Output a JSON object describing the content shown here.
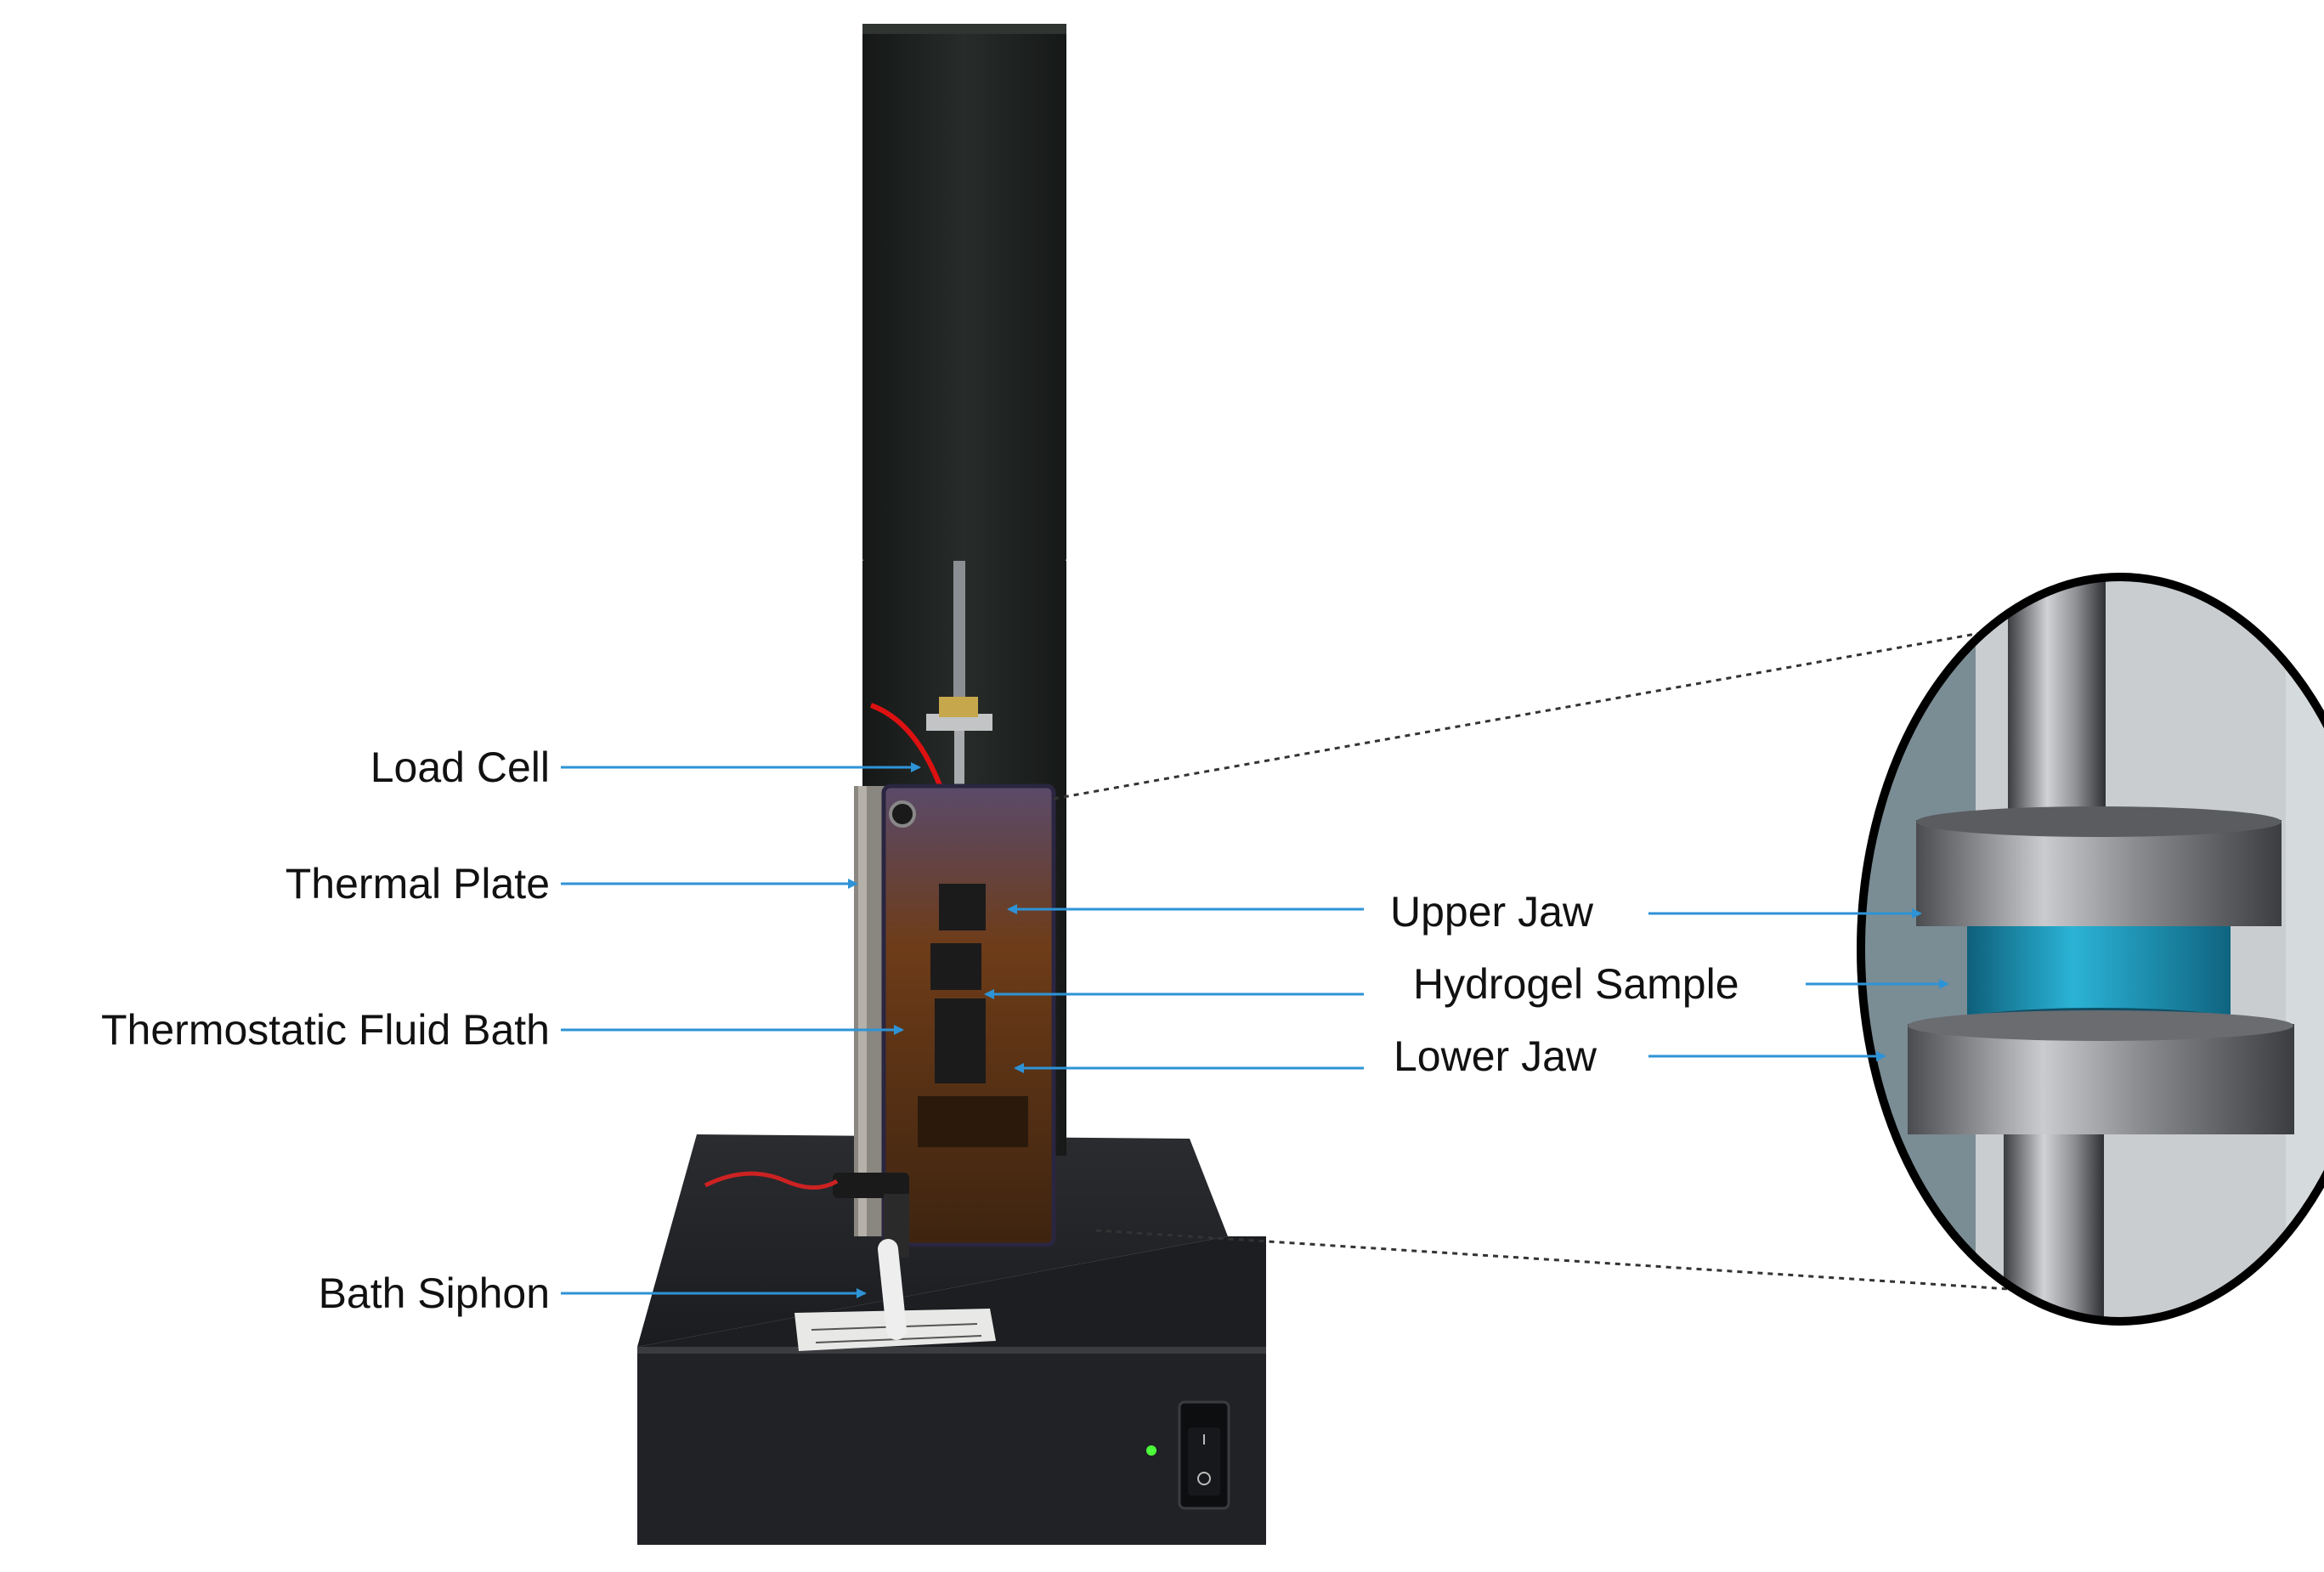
{
  "figure": {
    "colors": {
      "arrow": "#2e93d6",
      "label_text": "#111111",
      "tower": "#1f2421",
      "base": "#1e2024",
      "hydrogel": "#1f9bbd",
      "steel": "#9a9ca0",
      "fluid": "#6b3a14",
      "led": "#4cff3a",
      "leader_line": "#333333"
    },
    "labels": {
      "load_cell": "Load Cell",
      "thermal_plate": "Thermal Plate",
      "fluid_bath": "Thermostatic Fluid Bath",
      "bath_siphon": "Bath Siphon",
      "upper_jaw": "Upper Jaw",
      "hydrogel_sample": "Hydrogel Sample",
      "lower_jaw": "Lower Jaw"
    }
  }
}
